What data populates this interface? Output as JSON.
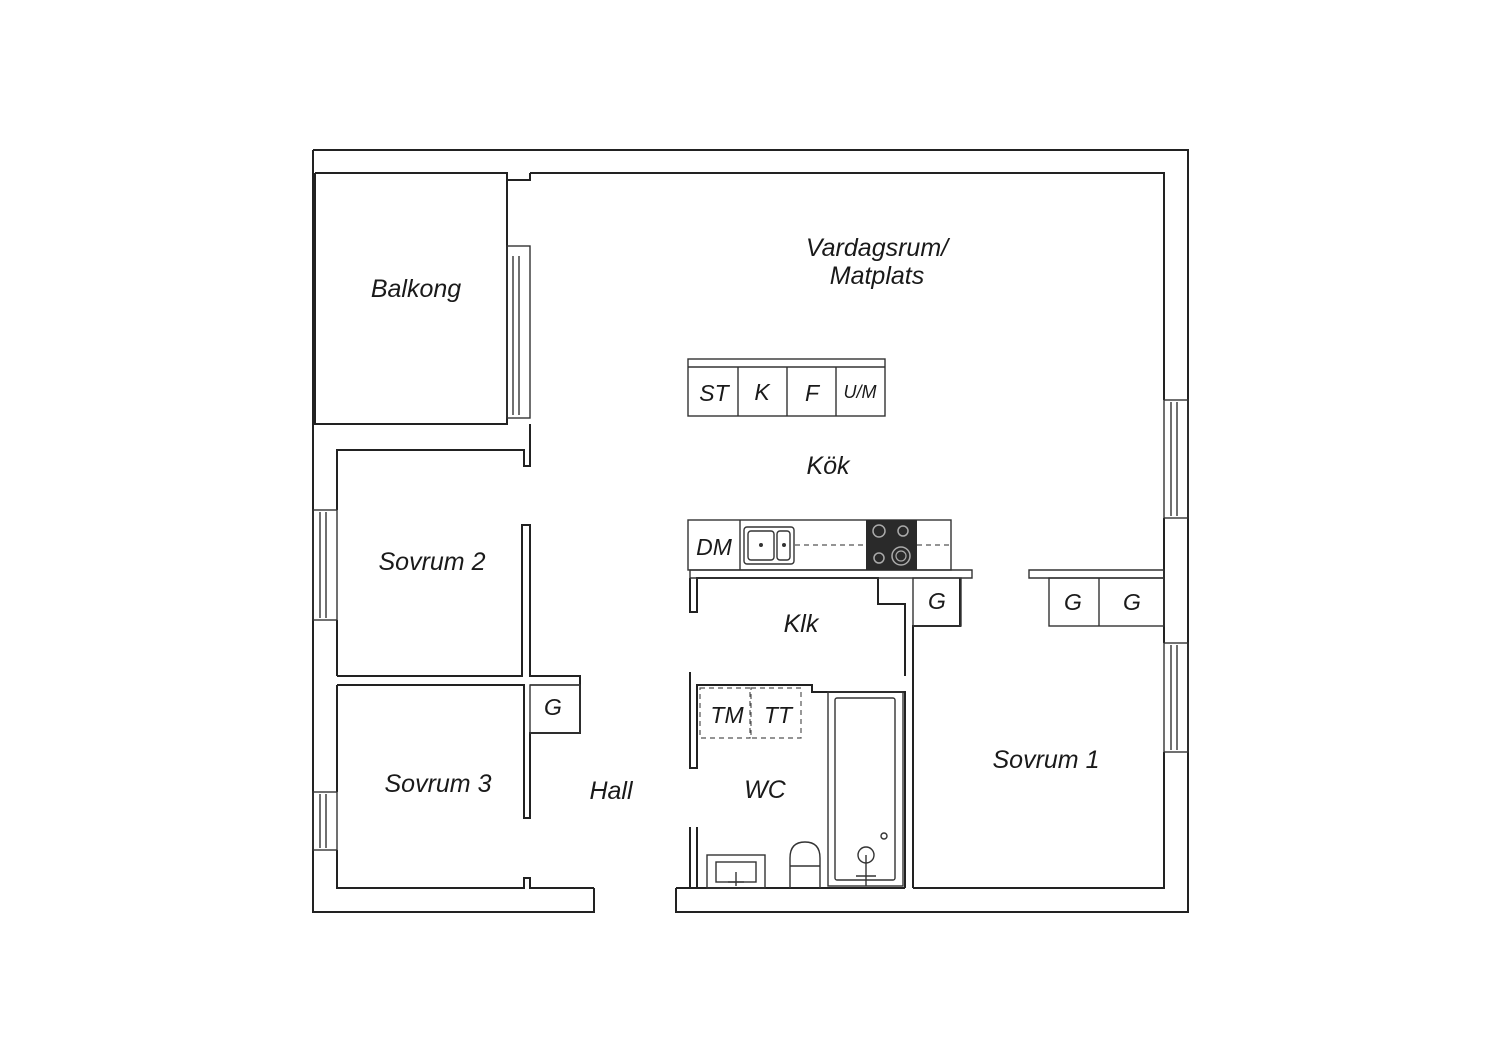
{
  "rooms": {
    "balkong": "Balkong",
    "vardagsrum_line1": "Vardagsrum/",
    "vardagsrum_line2": "Matplats",
    "kok": "Kök",
    "sovrum2": "Sovrum 2",
    "sovrum3": "Sovrum 3",
    "sovrum1": "Sovrum 1",
    "hall": "Hall",
    "klk": "Klk",
    "wc": "WC"
  },
  "fixtures": {
    "st": "ST",
    "k": "K",
    "f": "F",
    "um": "U/M",
    "dm": "DM",
    "g_kitchen": "G",
    "g_bed1_a": "G",
    "g_bed1_b": "G",
    "g_hall": "G",
    "tm": "TM",
    "tt": "TT"
  },
  "colors": {
    "wall": "#222222",
    "hob": "#2a2a2a"
  }
}
